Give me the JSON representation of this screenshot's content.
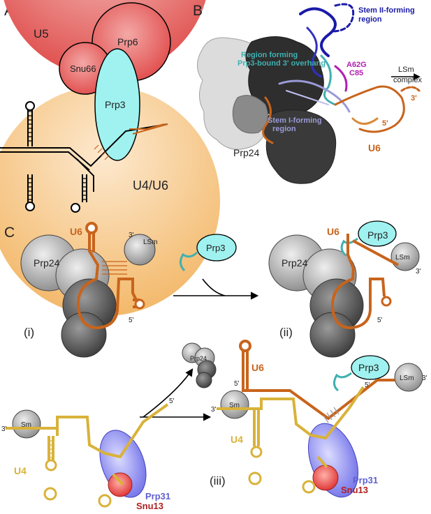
{
  "panels": {
    "a": {
      "letter": "A",
      "labels": {
        "u5": "U5",
        "prp6": "Prp6",
        "snu66": "Snu66",
        "prp3": "Prp3",
        "u4u6": "U4/U6"
      }
    },
    "b": {
      "letter": "B",
      "labels": {
        "stem_ii_line1": "Stem II-forming",
        "stem_ii_line2": "region",
        "region_forming_line1": "Region forming",
        "region_forming_line2": "Prp3-bound 3' overhang",
        "a62g": "A62G",
        "c85": "C85",
        "lsm_line1": "LSm",
        "lsm_line2": "complex",
        "three_prime": "3'",
        "stem_i_line1": "Stem I-forming",
        "stem_i_line2": "region",
        "five_prime": "5'",
        "u6": "U6",
        "prp24": "Prp24"
      }
    },
    "c": {
      "letter": "C",
      "step_i": {
        "u6": "U6",
        "prp24": "Prp24",
        "lsm": "LSm",
        "three_prime": "3'",
        "five_prime": "5'",
        "roman": "(i)"
      },
      "arrow_label": "Prp3",
      "step_ii": {
        "u6": "U6",
        "prp3": "Prp3",
        "prp24": "Prp24",
        "lsm": "LSm",
        "three_prime": "3'",
        "five_prime": "5'",
        "roman": "(ii)"
      },
      "released_prp24": "Prp24",
      "u4_free": {
        "sm": "Sm",
        "three_prime": "3'",
        "five_prime": "5'",
        "u4": "U4",
        "prp31": "Prp31",
        "snu13": "Snu13"
      },
      "step_iii": {
        "u6": "U6",
        "five_prime_u6": "5'",
        "prp3": "Prp3",
        "lsm": "LSm",
        "three_prime_u6": "3'",
        "five_prime_u4": "5'",
        "sm": "Sm",
        "three_prime_u4": "3'",
        "u4": "U4",
        "prp31": "Prp31",
        "snu13": "Snu13",
        "roman": "(iii)"
      }
    }
  },
  "colors": {
    "u5_red": "#e0514f",
    "prp3_cyan": "#9ff2f0",
    "u4u6_orange": "#f5c78a",
    "u6_rna": "#c8641c",
    "u4_rna": "#d9b23a",
    "prp31_blue": "#8f8ff0",
    "snu13_red": "#e04040",
    "stem_ii_blue": "#1a1aa8",
    "a62g_magenta": "#b020b0",
    "teal_label": "#40b0b0"
  }
}
